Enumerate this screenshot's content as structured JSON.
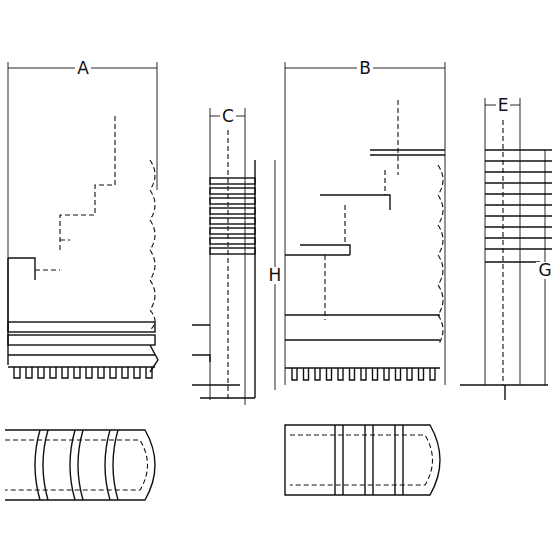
{
  "diagram": {
    "labels": [
      "A",
      "C",
      "B",
      "E",
      "H",
      "G"
    ]
  }
}
